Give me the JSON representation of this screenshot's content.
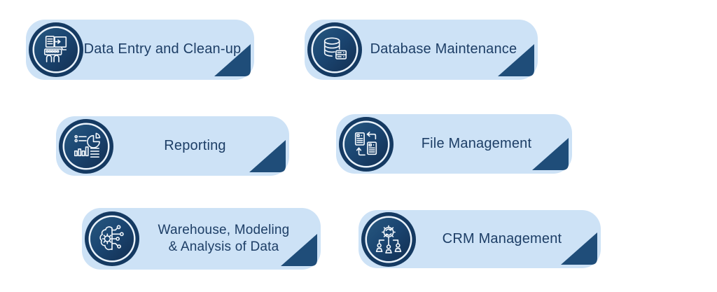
{
  "page": {
    "background": "#ffffff",
    "description_colors": {
      "card_background": "#cde2f6",
      "circle_fill_light": "#27587f",
      "circle_fill_dark": "#132f52",
      "circle_ring_inner": "#e9f2fb",
      "circle_ring_outer": "#153a62",
      "corner_triangle": "#1f4d79",
      "label_text": "#1d3e66",
      "icon_stroke": "#f2f7fc"
    }
  },
  "cards": [
    {
      "id": "data-entry",
      "label": "Data Entry and Clean-up",
      "icon": "data-entry-keyboard-icon"
    },
    {
      "id": "database-maintenance",
      "label": "Database Maintenance",
      "icon": "database-server-icon"
    },
    {
      "id": "reporting",
      "label": "Reporting",
      "icon": "report-charts-icon"
    },
    {
      "id": "file-management",
      "label": "File Management",
      "icon": "file-transfer-icon"
    },
    {
      "id": "warehouse-modeling",
      "label": "Warehouse, Modeling\n& Analysis of Data",
      "icon": "brain-network-icon"
    },
    {
      "id": "crm-management",
      "label": "CRM Management",
      "icon": "gear-people-icon"
    }
  ]
}
